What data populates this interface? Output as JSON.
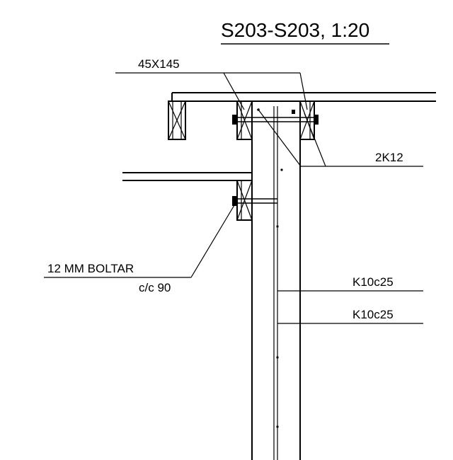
{
  "drawing": {
    "title": "S203-S203, 1:20",
    "labels": {
      "timber": "45X145",
      "rebar_top": "2K12",
      "bolts": "12 MM BOLTAR",
      "bolt_spacing": "c/c 90",
      "stirrup_1": "K10c25",
      "stirrup_2": "K10c25"
    }
  }
}
